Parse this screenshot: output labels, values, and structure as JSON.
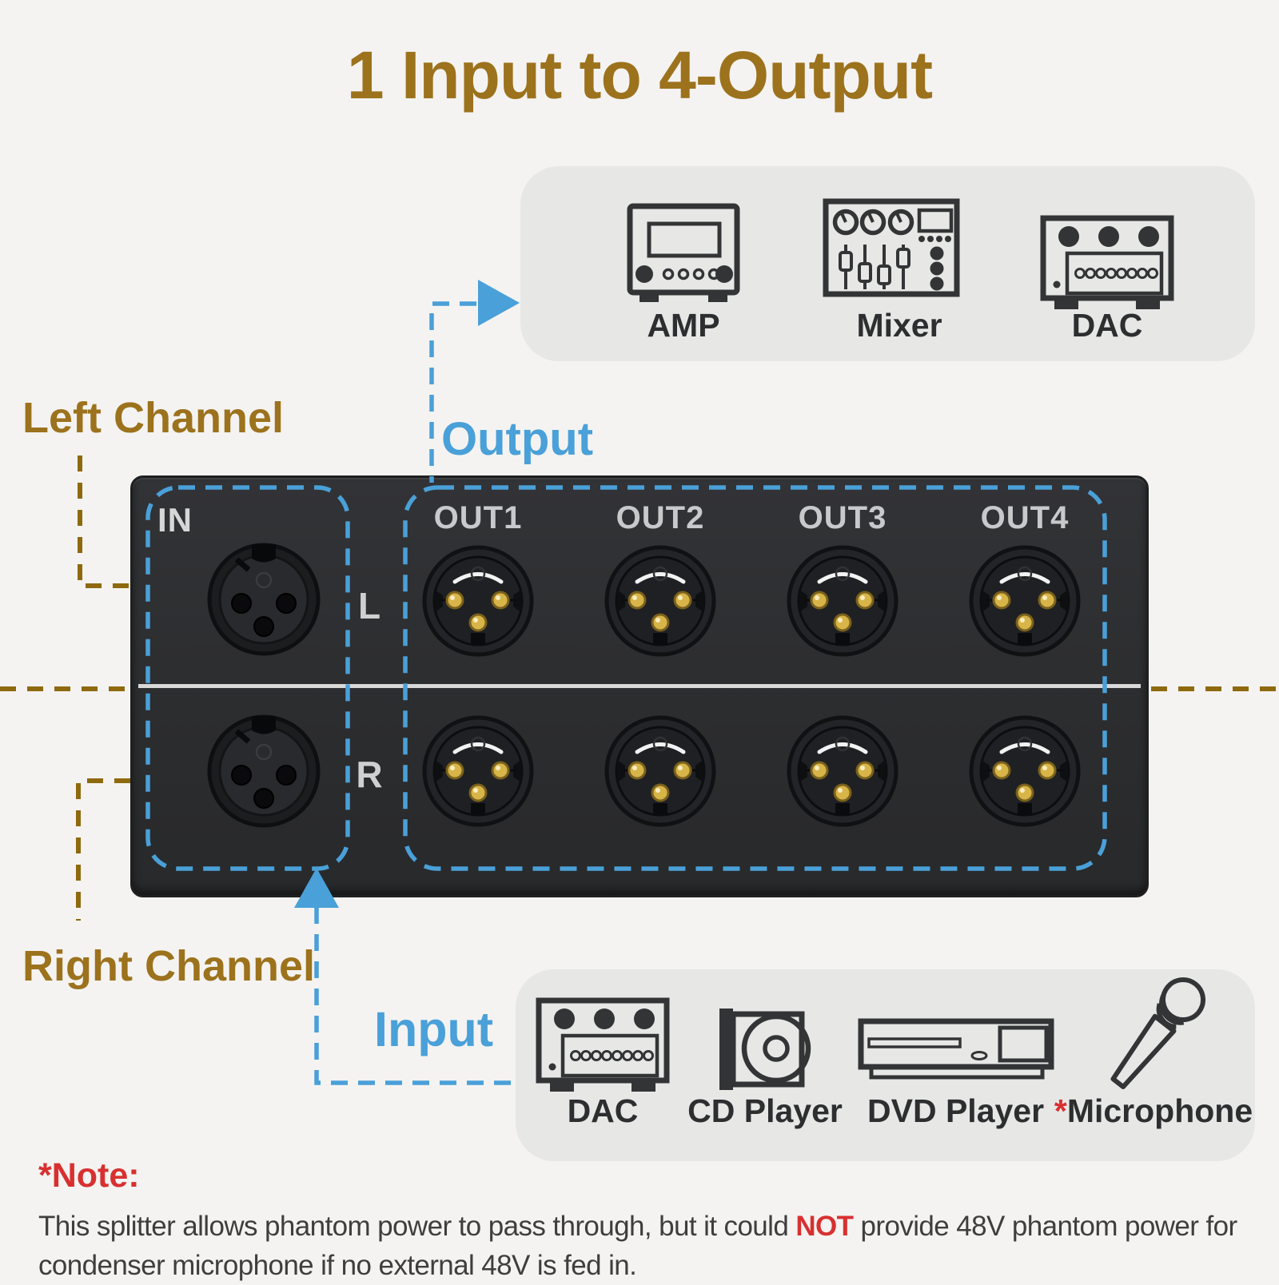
{
  "title": "1 Input to 4-Output",
  "colors": {
    "accent_blue": "#4aa0d8",
    "accent_brown_text": "#9c721d",
    "accent_brown_dash": "#8e690e",
    "panel_dark": "#2c2d2f",
    "box_gray": "#e7e7e6",
    "note_red": "#d83030",
    "xlr_pin_gold": "#d8b549"
  },
  "callouts": {
    "left_channel": "Left Channel",
    "right_channel": "Right Channel"
  },
  "output_devices": {
    "label": "Output",
    "items": [
      {
        "label": "AMP",
        "icon": "amp-icon"
      },
      {
        "label": "Mixer",
        "icon": "mixer-icon"
      },
      {
        "label": "DAC",
        "icon": "dac-icon"
      }
    ]
  },
  "input_devices": {
    "label": "Input",
    "items": [
      {
        "label": "DAC",
        "icon": "dac-icon"
      },
      {
        "label": "CD Player",
        "icon": "cd-player-icon"
      },
      {
        "label": "DVD Player",
        "icon": "dvd-player-icon"
      },
      {
        "label": "Microphone",
        "prefix": "*",
        "icon": "microphone-icon"
      }
    ]
  },
  "panel": {
    "in_label": "IN",
    "l_label": "L",
    "r_label": "R",
    "out_labels": [
      "OUT1",
      "OUT2",
      "OUT3",
      "OUT4"
    ]
  },
  "note": {
    "heading": "*Note:",
    "body_before": "This splitter allows phantom power to pass through, but it could ",
    "body_not": "NOT",
    "body_after": " provide 48V phantom power for condenser microphone if no external 48V is fed in."
  }
}
